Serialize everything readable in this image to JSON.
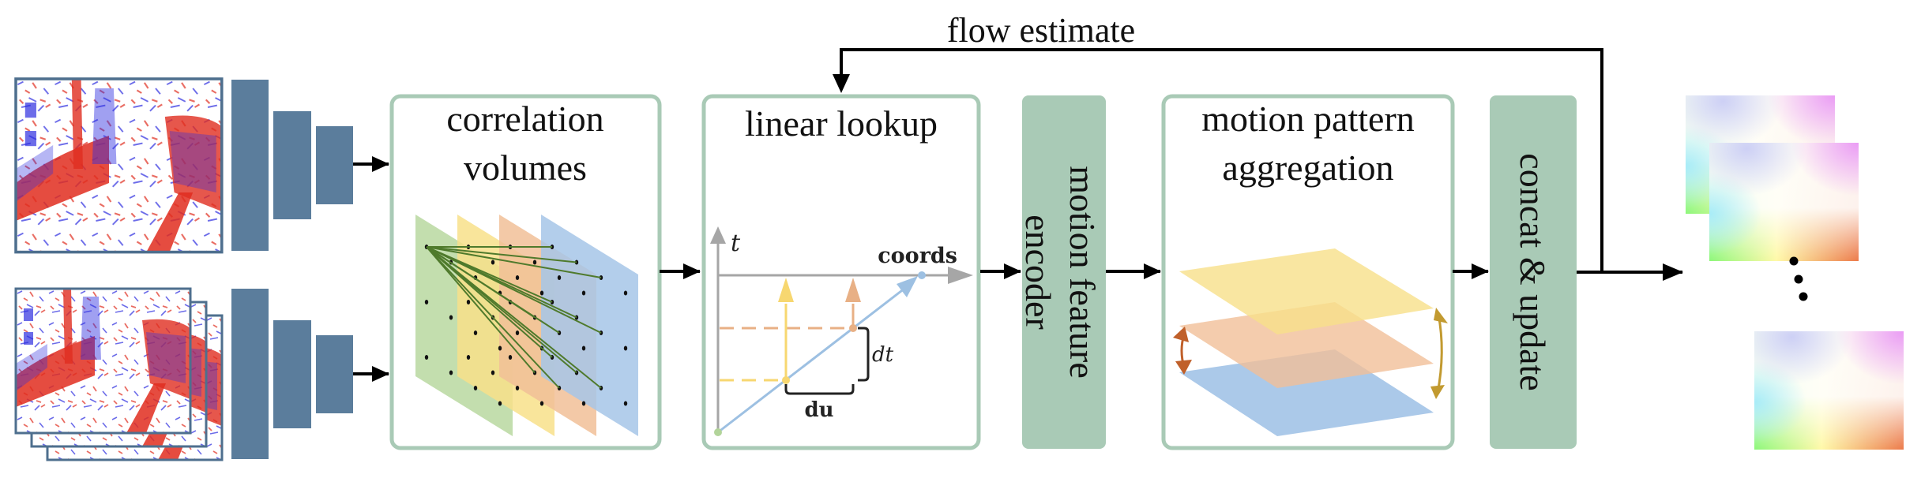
{
  "figure": {
    "flow_loop_label": "flow estimate",
    "inputs": {
      "top_event_image": "event-frame",
      "bottom_event_stack": "event-frame-stack"
    },
    "modules": {
      "correlation": {
        "line1": "correlation",
        "line2": "volumes"
      },
      "lookup": {
        "title": "linear lookup",
        "t_label": "t",
        "coords_label": "coords",
        "dt_label": "dt",
        "du_label": "du"
      },
      "encoder": {
        "line1": "motion feature",
        "line2": "encoder"
      },
      "aggregation": {
        "line1": "motion pattern",
        "line2": "aggregation"
      },
      "update": {
        "label": "concat & update"
      }
    },
    "outputs": {
      "ellipsis": "…"
    },
    "colors": {
      "box_border": "#a9cab6",
      "box_fill_solid": "#a9cab6",
      "encoder_bar": "#5b7d9c",
      "plane_green": "#b9d8a0",
      "plane_yellow": "#f8e08a",
      "plane_orange": "#f1bf98",
      "plane_blue": "#a6c6e8",
      "lookup_axis": "#a6a6a6",
      "lookup_yellow": "#f7d770",
      "lookup_orange": "#e8b085",
      "lookup_blue": "#9dc0e2",
      "corr_lines": "#4f7a2c",
      "agg_arrow_left": "#c0602a",
      "agg_arrow_right": "#c29a30"
    }
  }
}
